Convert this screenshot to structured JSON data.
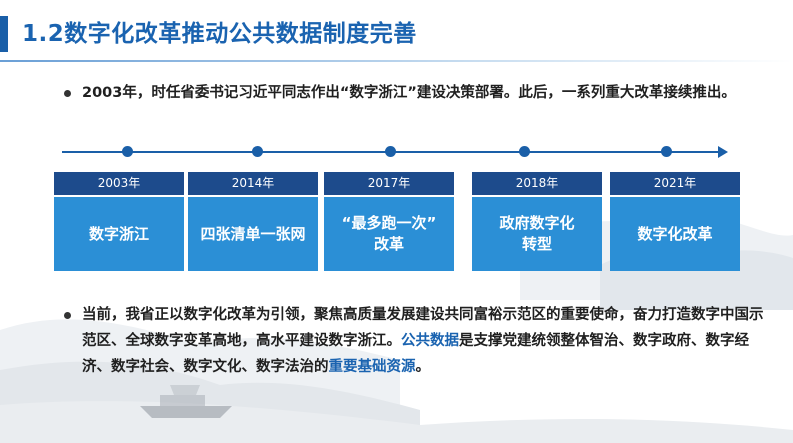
{
  "header": {
    "title": "1.2数字化改革推动公共数据制度完善"
  },
  "bullets": {
    "first": {
      "text": "2003年，时任省委书记习近平同志作出“数字浙江”建设决策部署。此后，一系列重大改革接续推出。"
    },
    "second": {
      "text_a": "当前，我省正以数字化改革为引领，聚焦高质量发展建设共同富裕示范区的重要使命，奋力打造数字中国示范区、全球数字变革高地，高水平建设数字浙江。",
      "highlight_a": "公共数据",
      "text_b": "是支撑党建统领整体智治、数字政府、数字经济、数字社会、数字文化、数字法治的",
      "highlight_b": "重要基础资源",
      "text_c": "。"
    }
  },
  "timeline": {
    "milestones": [
      {
        "year": "2003年",
        "line1": "数字浙江",
        "line2": ""
      },
      {
        "year": "2014年",
        "line1": "四张清单一张网",
        "line2": ""
      },
      {
        "year": "2017年",
        "line1": "“最多跑一次”",
        "line2": "改革"
      },
      {
        "year": "2018年",
        "line1": "政府数字化",
        "line2": "转型"
      },
      {
        "year": "2021年",
        "line1": "数字化改革",
        "line2": ""
      }
    ]
  },
  "colors": {
    "title_blue": "#1a63b0",
    "header_bar": "#1a5fa8",
    "year_bar": "#1d4b8c",
    "box_blue": "#2b8fd6",
    "highlight": "#1a63b0"
  }
}
